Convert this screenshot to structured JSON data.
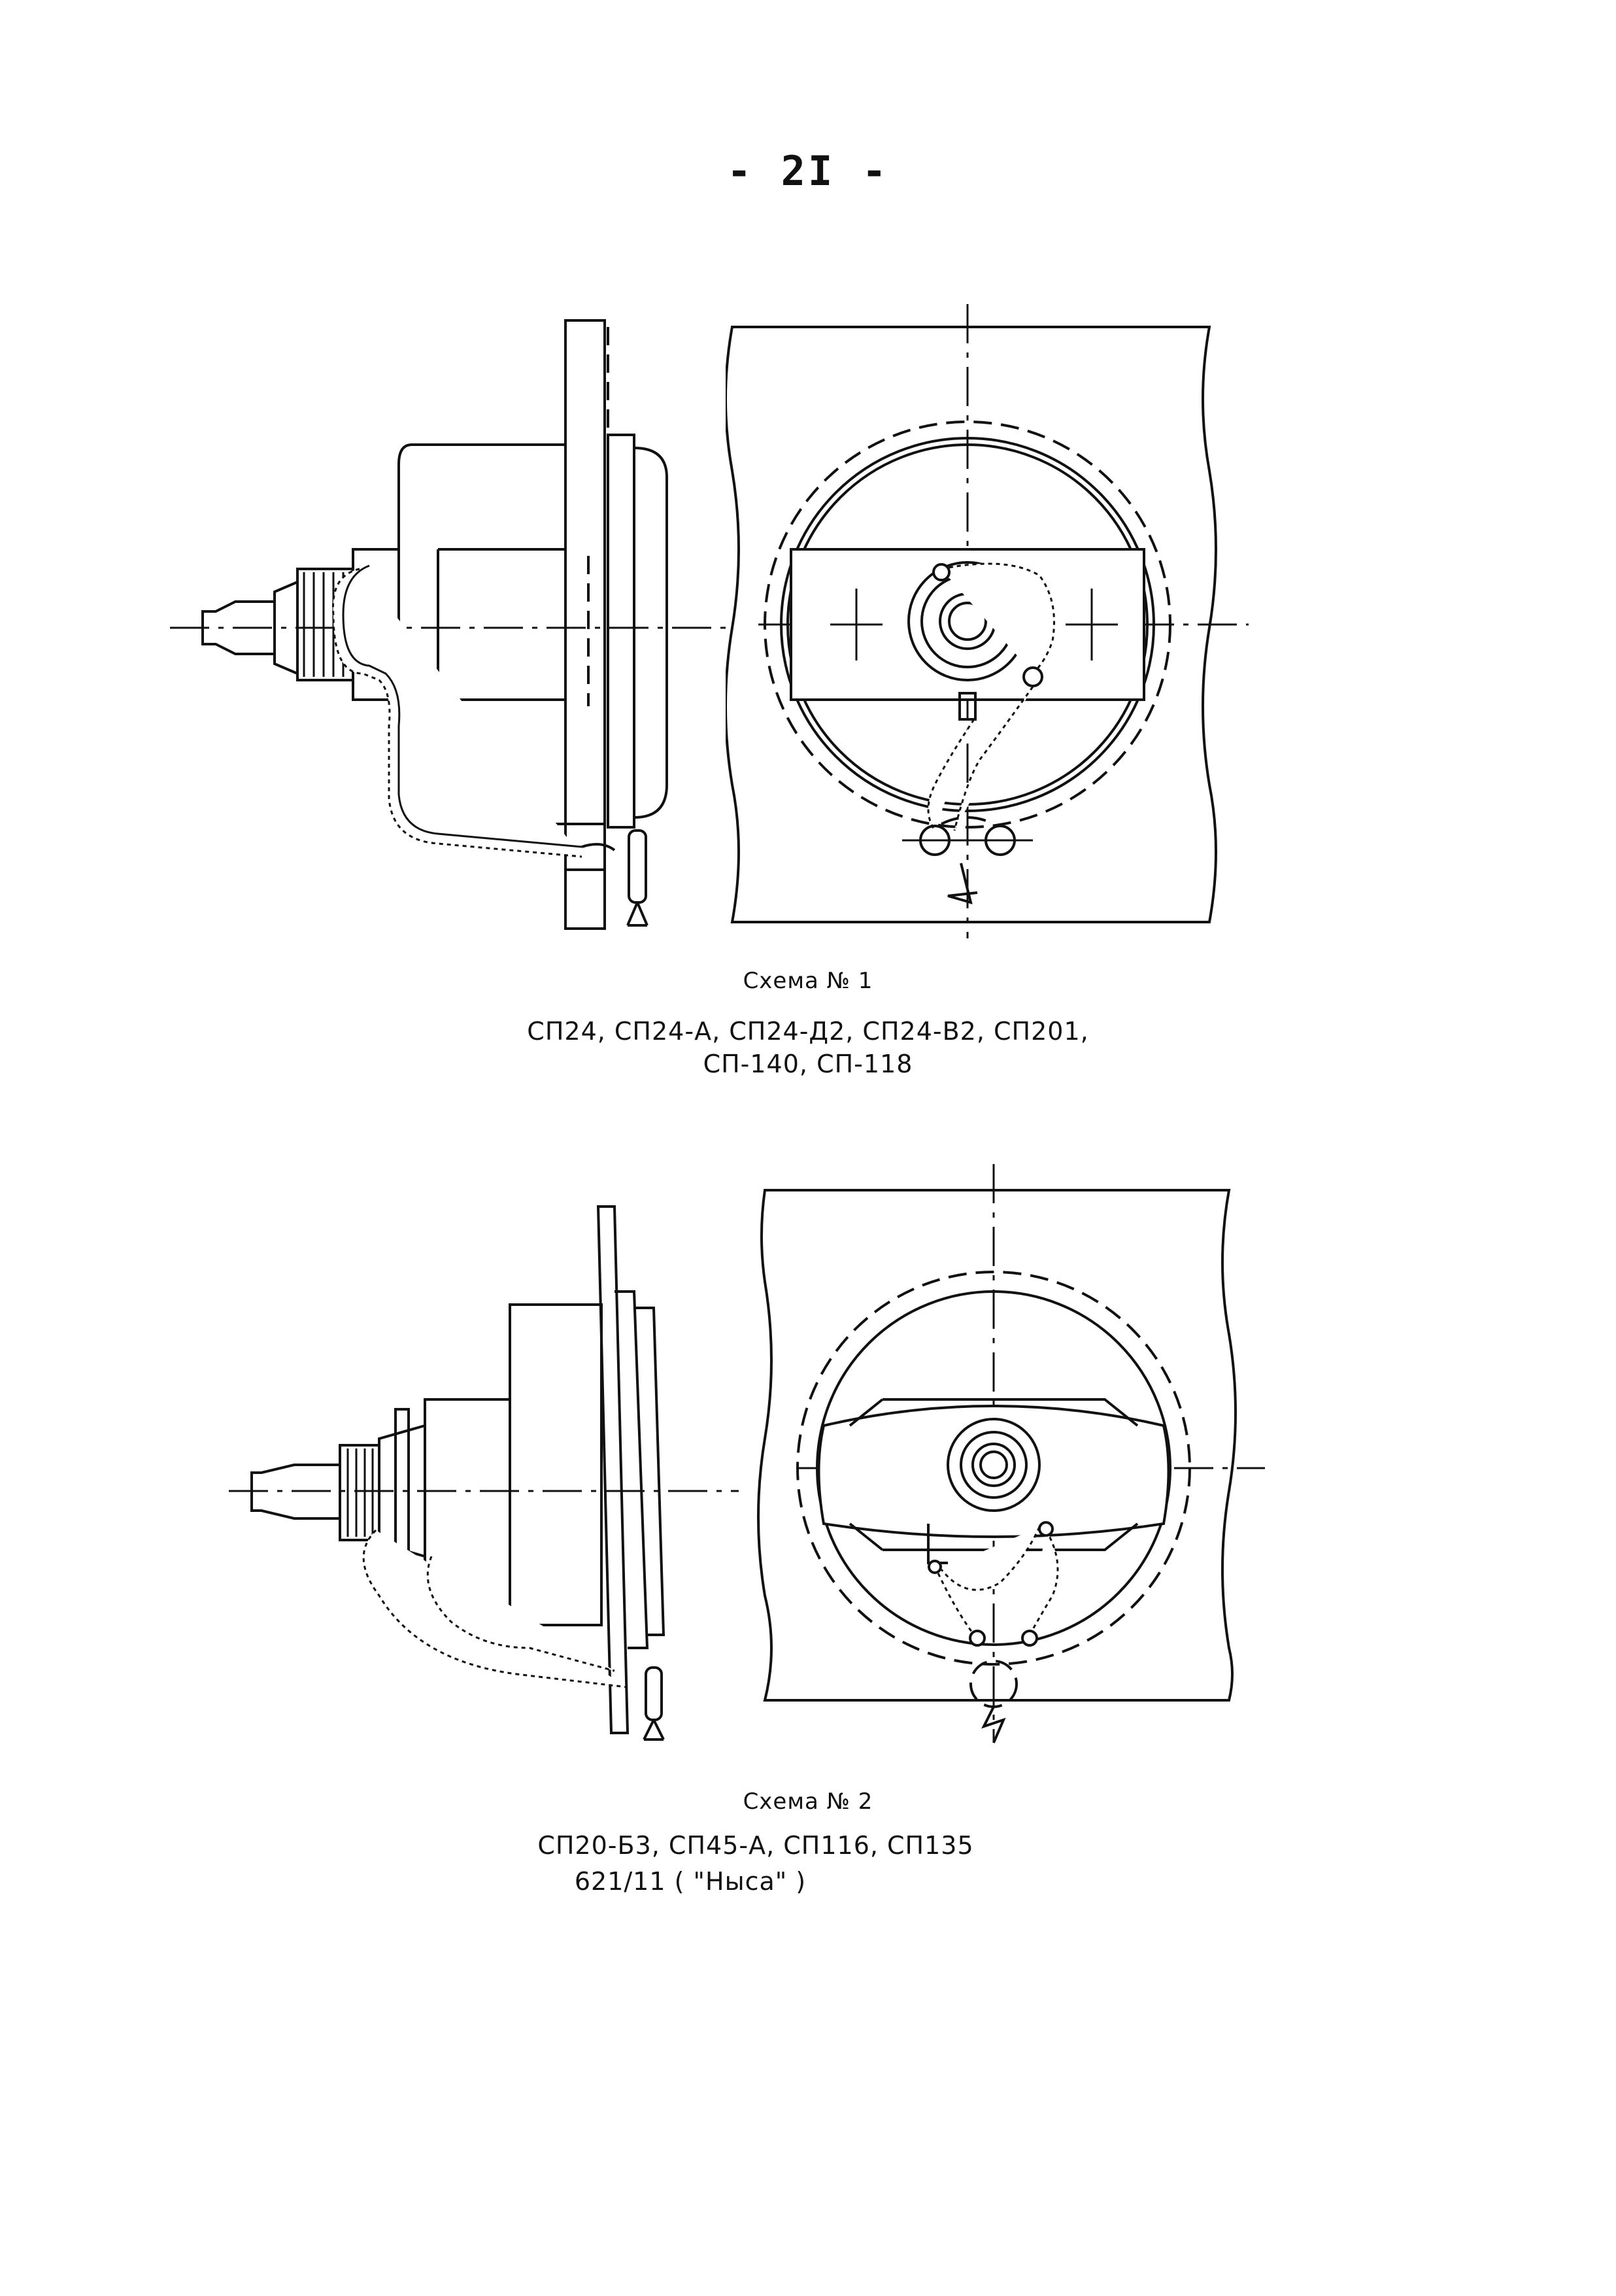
{
  "page": {
    "number": "- 2I -"
  },
  "figures": [
    {
      "caption_title": "Схема № 1",
      "caption_line1": "СП24, СП24-А, СП24-Д2, СП24-В2, СП201,",
      "caption_line2": "СП-140, СП-118"
    },
    {
      "caption_title": "Схема № 2",
      "caption_line1": "СП20-Б3, СП45-А, СП116, СП135",
      "caption_line2": "621/11 ( \"Ныса\" )"
    }
  ]
}
